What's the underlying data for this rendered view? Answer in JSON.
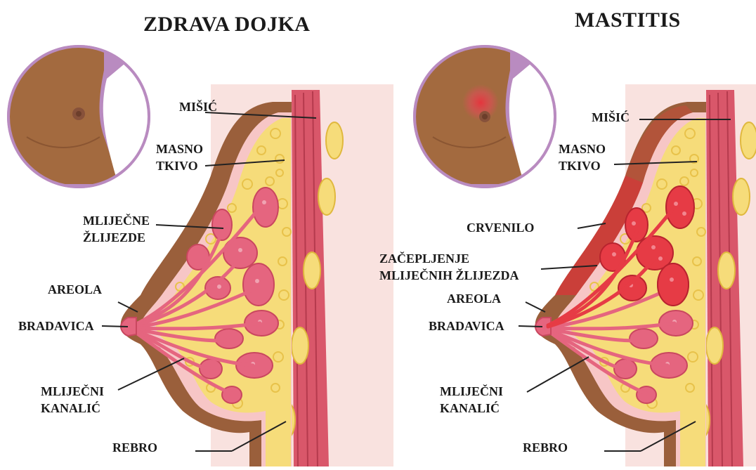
{
  "panels": [
    {
      "title": "ZDRAVA DOJKA",
      "labels": {
        "misic": "MIŠIĆ",
        "masno_tkivo": [
          "MASNO",
          "TKIVO"
        ],
        "mlijecne_zlijezde": [
          "MLIJEČNE",
          "ŽLIJEZDE"
        ],
        "areola": "AREOLA",
        "bradavica": "BRADAVICA",
        "mlijecni_kanalic": [
          "MLIJEČNI",
          "KANALIĆ"
        ],
        "rebro": "REBRO"
      }
    },
    {
      "title": "MASTITIS",
      "labels": {
        "misic": "MIŠIĆ",
        "masno_tkivo": [
          "MASNO",
          "TKIVO"
        ],
        "crvenilo": "CRVENILO",
        "zacepljenje": [
          "ZAČEPLJENJE",
          "MLIJEČNIH ŽLIJEZDA"
        ],
        "areola": "AREOLA",
        "bradavica": "BRADAVICA",
        "mlijecni_kanalic": [
          "MLIJEČNI",
          "KANALIĆ"
        ],
        "rebro": "REBRO"
      }
    }
  ],
  "colors": {
    "skin": "#9a5f3b",
    "inset_bg": "#b98bc0",
    "fat": "#f6dc7a",
    "fat_dark": "#e9c24e",
    "gland": "#e5657f",
    "gland_inflamed": "#e63b45",
    "muscle": "#d9576a",
    "redness": "#d23a3a",
    "chest_wall": "#f7dcd8"
  }
}
